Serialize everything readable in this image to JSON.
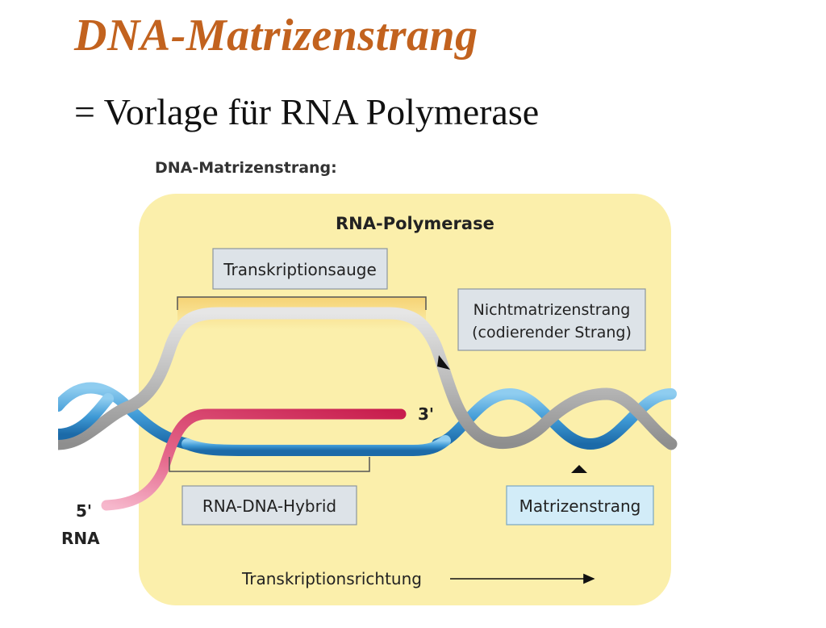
{
  "slide": {
    "title": "DNA-Matrizenstrang",
    "subtitle": "= Vorlage für RNA Polymerase"
  },
  "figure": {
    "heading": "DNA-Matrizenstrang:",
    "enzyme_label": "RNA-Polymerase",
    "bubble_label": "Transkriptionsauge",
    "nontemplate_label_line1": "Nichtmatrizenstrang",
    "nontemplate_label_line2": "(codierender Strang)",
    "template_label": "Matrizenstrang",
    "hybrid_label": "RNA-DNA-Hybrid",
    "rna_end_3": "3'",
    "rna_end_5": "5'",
    "rna_label": "RNA",
    "direction_label": "Transkriptionsrichtung"
  },
  "colors": {
    "title": "#c2621e",
    "polymerase_fill": "#fbefab",
    "nontemplate_strand": "#b3b3b3",
    "template_strand": "#3f9ad6",
    "rna_strand": "#d63a63",
    "label_box": "#dde3e8",
    "template_box": "#d2ecf8"
  }
}
